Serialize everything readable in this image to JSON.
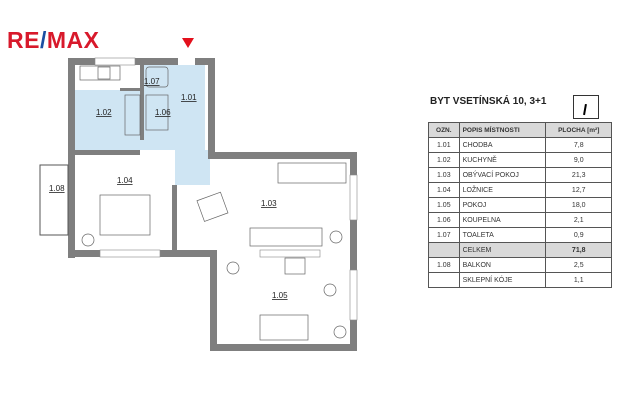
{
  "logo": {
    "part1": "RE",
    "slash": "/",
    "part2": "MAX"
  },
  "plan": {
    "rooms": [
      {
        "id": "1.07"
      },
      {
        "id": "1.01"
      },
      {
        "id": "1.02"
      },
      {
        "id": "1.06"
      },
      {
        "id": "1.04"
      },
      {
        "id": "1.03"
      },
      {
        "id": "1.05"
      },
      {
        "id": "1.08"
      }
    ]
  },
  "colors": {
    "wall": "#7f7f7f",
    "tile": "#cfe5f3",
    "entrance": "#e3101c",
    "brand_red": "#d8192b",
    "brand_blue": "#1a4fa3"
  },
  "title": "BYT VSETÍNSKÁ 10, 3+1",
  "table": {
    "headers": [
      "OZN.",
      "POPIS MÍSTNOSTI",
      "PLOCHA [m²]"
    ],
    "rows": [
      {
        "code": "1.01",
        "name": "CHODBA",
        "area": "7,8"
      },
      {
        "code": "1.02",
        "name": "KUCHYNĚ",
        "area": "9,0"
      },
      {
        "code": "1.03",
        "name": "OBÝVACÍ POKOJ",
        "area": "21,3"
      },
      {
        "code": "1.04",
        "name": "LOŽNICE",
        "area": "12,7"
      },
      {
        "code": "1.05",
        "name": "POKOJ",
        "area": "18,0"
      },
      {
        "code": "1.06",
        "name": "KOUPELNA",
        "area": "2,1"
      },
      {
        "code": "1.07",
        "name": "TOALETA",
        "area": "0,9"
      }
    ],
    "total": {
      "code": "",
      "name": "CELKEM",
      "area": "71,8"
    },
    "extra": [
      {
        "code": "1.08",
        "name": "BALKON",
        "area": "2,5"
      },
      {
        "code": "",
        "name": "SKLEPNÍ KÓJE",
        "area": "1,1"
      }
    ]
  }
}
